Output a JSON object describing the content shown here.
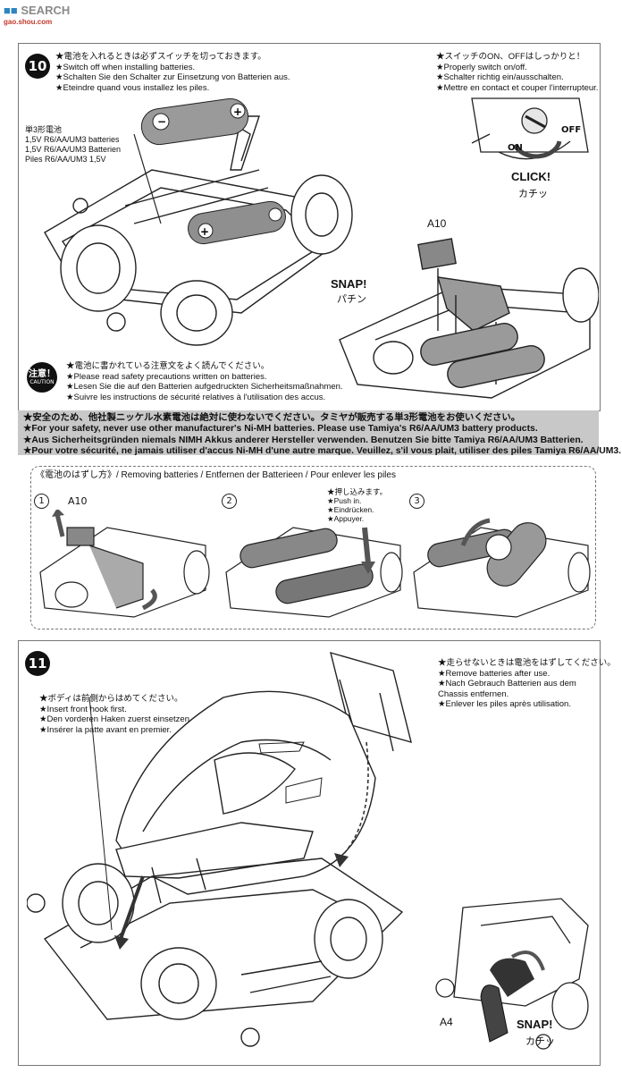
{
  "watermark": {
    "brand": "SEARCH",
    "site": "gao.shou.com"
  },
  "step10": {
    "number": "10",
    "install_notes": [
      "★電池を入れるときは必ずスイッチを切っておきます。",
      "★Switch off when installing batteries.",
      "★Schalten Sie den Schalter zur Einsetzung von Batterien aus.",
      "★Eteindre quand vous installez les piles."
    ],
    "battery_labels": [
      "単3形電池",
      "1,5V R6/AA/UM3 batteries",
      "1,5V R6/AA/UM3 Batterien",
      "Piles R6/AA/UM3 1,5V"
    ],
    "switch_notes": [
      "★スイッチのON、OFFはしっかりと！",
      "★Properly switch on/off.",
      "★Schalter richtig ein/ausschalten.",
      "★Mettre en contact et couper l'interrupteur."
    ],
    "switch_on": "ON",
    "switch_off": "OFF",
    "click_en": "CLICK!",
    "click_jp": "カチッ",
    "part_label": "A10",
    "snap_en": "SNAP!",
    "snap_jp": "パチン",
    "caution_jp": "注意！",
    "caution_en": "CAUTION",
    "caution_notes": [
      "★電池に書かれている注意文をよく読んでください。",
      "★Please read safety precautions written on batteries.",
      "★Lesen Sie die auf den Batterien aufgedruckten Sicherheitsmaßnahmen.",
      "★Suivre les instructions de sécurité relatives à l'utilisation des accus."
    ]
  },
  "safety_warning": [
    "★安全のため、他社製ニッケル水素電池は絶対に使わないでください。タミヤが販売する単3形電池をお使いください。",
    "★For your safety, never use other manufacturer's Ni-MH batteries. Please use Tamiya's R6/AA/UM3 battery products.",
    "★Aus Sicherheitsgründen niemals NIMH Akkus anderer Hersteller verwenden. Benutzen Sie bitte Tamiya R6/AA/UM3 Batterien.",
    "★Pour votre sécurité, ne jamais utiliser d'accus Ni-MH d'une autre marque. Veuillez, s'il vous plait, utiliser des piles Tamiya R6/AA/UM3."
  ],
  "removal": {
    "title": "《電池のはずし方》/ Removing batteries / Entfernen der Batterieen / Pour enlever les piles",
    "steps": [
      "1",
      "2",
      "3"
    ],
    "part_label": "A10",
    "push_notes": [
      "★押し込みます。",
      "★Push in.",
      "★Eindrücken.",
      "★Appuyer."
    ]
  },
  "step11": {
    "number": "11",
    "body_notes": [
      "★ボディは前側からはめてください。",
      "★Insert front hook first.",
      "★Den vorderen Haken zuerst einsetzen.",
      "★Insérer la patte avant en premier."
    ],
    "remove_notes": [
      "★走らせないときは電池をはずしてください。",
      "★Remove batteries after use.",
      "★Nach Gebrauch Batterien aus dem",
      "Chassis entfernen.",
      "★Enlever les piles après utilisation."
    ],
    "part_label": "A4",
    "snap_en": "SNAP!",
    "snap_jp": "カチッ"
  }
}
